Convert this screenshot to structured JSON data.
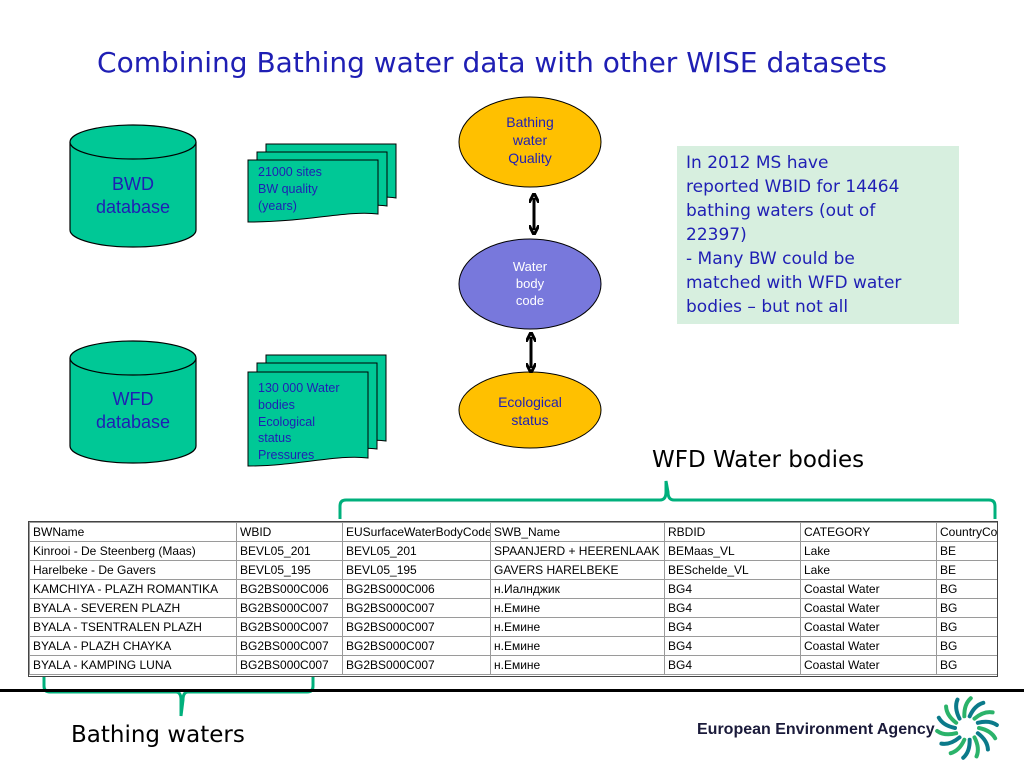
{
  "title": "Combining Bathing water data with other WISE datasets",
  "bwd_db": {
    "label_1": "BWD",
    "label_2": "database"
  },
  "wfd_db": {
    "label_1": "WFD",
    "label_2": "database"
  },
  "bwd_doc": {
    "lines": [
      "21000 sites",
      "BW quality",
      "(years)"
    ]
  },
  "wfd_doc": {
    "lines": [
      "130 000 Water",
      "bodies",
      "Ecological",
      "status",
      "Pressures"
    ]
  },
  "bathing_quality": {
    "lines": [
      "Bathing",
      "water",
      "Quality"
    ]
  },
  "water_body_code": {
    "lines": [
      "Water",
      "body",
      "code"
    ]
  },
  "ecological_status": {
    "lines": [
      "Ecological",
      "status"
    ]
  },
  "info_box": {
    "lines": [
      "In 2012 MS have",
      "reported WBID for 14464",
      "bathing waters (out of",
      "22397)",
      "- Many BW could be",
      "matched with WFD water",
      "bodies – but not all"
    ]
  },
  "wfd_bodies_label": "WFD Water bodies",
  "bathing_waters_label": "Bathing waters",
  "table": {
    "headers": [
      "BWName",
      "WBID",
      "EUSurfaceWaterBodyCode",
      "SWB_Name",
      "RBDID",
      "CATEGORY",
      "CountryCode"
    ],
    "rows": [
      [
        "Kinrooi - De Steenberg (Maas)",
        "BEVL05_201",
        "BEVL05_201",
        "SPAANJERD + HEERENLAAK",
        "BEMaas_VL",
        "Lake",
        "BE"
      ],
      [
        "Harelbeke - De Gavers",
        "BEVL05_195",
        "BEVL05_195",
        "GAVERS HARELBEKE",
        "BESchelde_VL",
        "Lake",
        "BE"
      ],
      [
        "KAMCHIYA - PLAZH ROMANTIKA",
        "BG2BS000C006",
        "BG2BS000C006",
        "н.Иалнджик",
        "BG4",
        "Coastal Water",
        "BG"
      ],
      [
        "BYALA - SEVEREN PLAZH",
        "BG2BS000C007",
        "BG2BS000C007",
        "н.Емине",
        "BG4",
        "Coastal Water",
        "BG"
      ],
      [
        "BYALA - TSENTRALEN PLAZH",
        "BG2BS000C007",
        "BG2BS000C007",
        "н.Емине",
        "BG4",
        "Coastal Water",
        "BG"
      ],
      [
        "BYALA - PLAZH CHAYKA",
        "BG2BS000C007",
        "BG2BS000C007",
        "н.Емине",
        "BG4",
        "Coastal Water",
        "BG"
      ],
      [
        "BYALA - KAMPING LUNA",
        "BG2BS000C007",
        "BG2BS000C007",
        "н.Емине",
        "BG4",
        "Coastal Water",
        "BG"
      ]
    ]
  },
  "footer": {
    "agency": "European Environment Agency"
  },
  "colors": {
    "title": "#1f1fb4",
    "teal": "#00c896",
    "yellow": "#ffc000",
    "purple": "#7878dc",
    "info_bg": "#d7efdf",
    "brace": "#00b07c"
  }
}
